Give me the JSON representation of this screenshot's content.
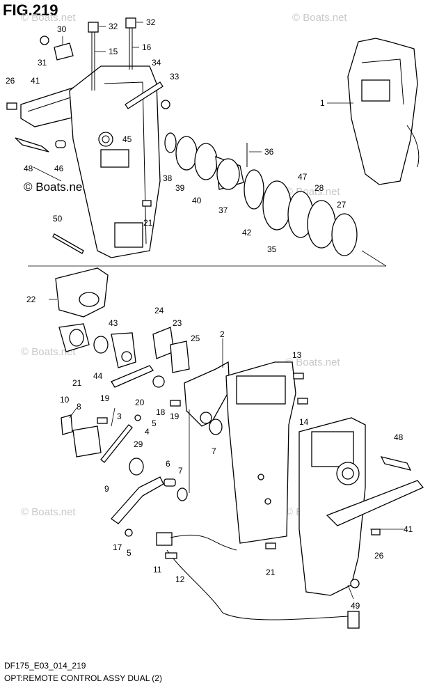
{
  "figure_title": "FIG.219",
  "watermark": "© Boats.net",
  "watermark_dark": "© Boats.net",
  "footer_code": "DF175_E03_014_219",
  "footer_title": "OPT:REMOTE CONTROL ASSY DUAL (2)",
  "callouts": [
    "32",
    "32",
    "30",
    "16",
    "15",
    "31",
    "34",
    "33",
    "26",
    "41",
    "1",
    "45",
    "36",
    "48",
    "46",
    "38",
    "39",
    "40",
    "37",
    "47",
    "28",
    "27",
    "21",
    "50",
    "42",
    "35",
    "22",
    "24",
    "43",
    "23",
    "25",
    "2",
    "13",
    "21",
    "44",
    "20",
    "18",
    "19",
    "14",
    "10",
    "8",
    "19",
    "3",
    "5",
    "4",
    "9",
    "29",
    "6",
    "7",
    "7",
    "48",
    "41",
    "17",
    "5",
    "26",
    "11",
    "12",
    "21",
    "49"
  ]
}
